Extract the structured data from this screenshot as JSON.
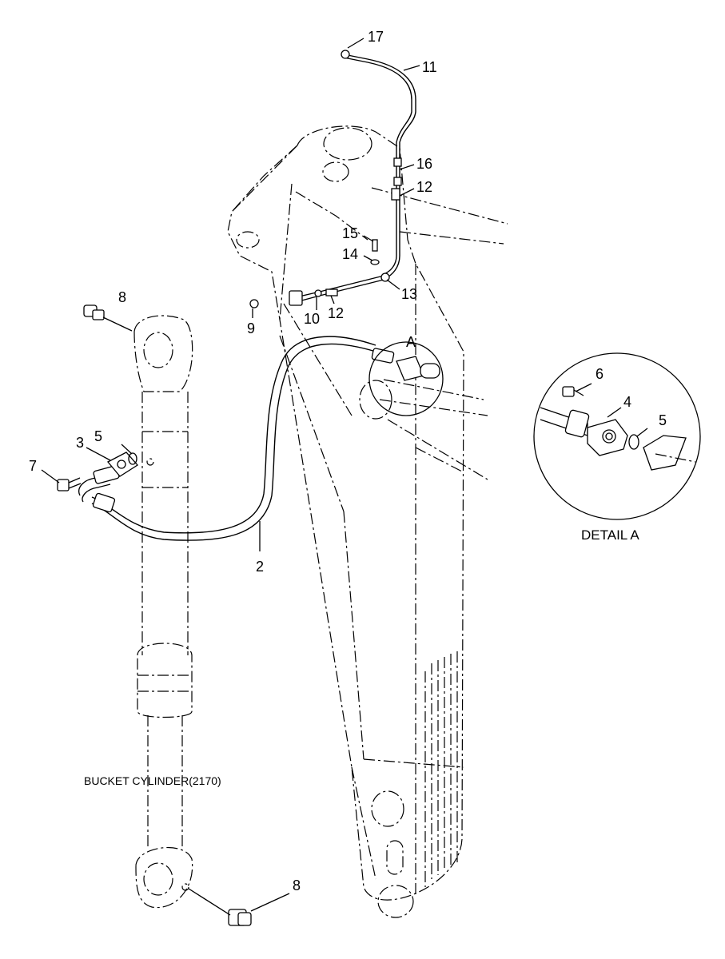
{
  "callouts": {
    "c17": "17",
    "c11": "11",
    "c16": "16",
    "c12a": "12",
    "c15": "15",
    "c14": "14",
    "c13": "13",
    "c9": "9",
    "c10": "10",
    "c12b": "12",
    "cA": "A",
    "c8a": "8",
    "c5a": "5",
    "c3": "3",
    "c7": "7",
    "c2": "2",
    "c6": "6",
    "c4": "4",
    "c5b": "5",
    "c8b": "8"
  },
  "captions": {
    "detail": "DETAIL A",
    "cylinder": "BUCKET CYLINDER(2170)"
  }
}
